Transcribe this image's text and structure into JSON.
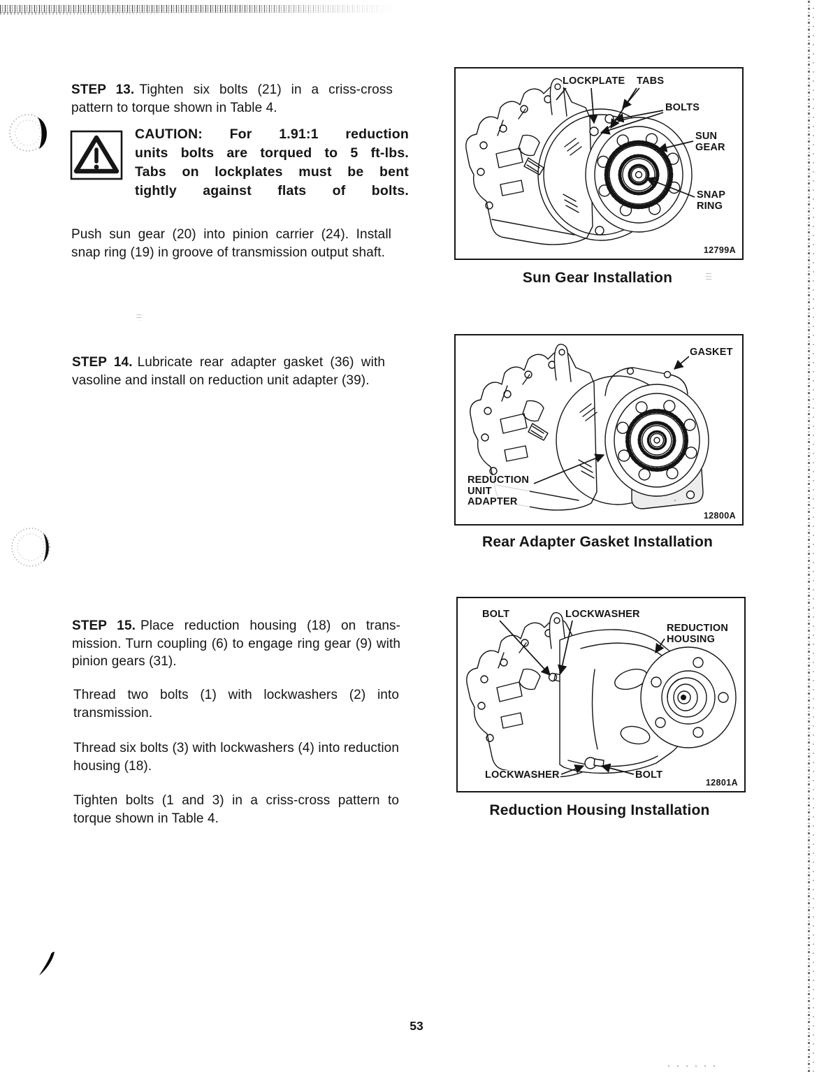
{
  "page": {
    "number": "53"
  },
  "content": {
    "step13": {
      "label": "STEP 13.",
      "text": "Tighten six bolts (21) in a criss-cross pattern to torque shown in Table 4."
    },
    "caution": {
      "icon": "warning-triangle",
      "lines": [
        "CAUTION: For 1.91:1 reduction",
        "units bolts are torqued to 5 ft-lbs.",
        "Tabs on lockplates must be bent",
        "tightly against flats of bolts."
      ]
    },
    "push_paragraph": "Push sun gear (20) into pinion carrier (24). Install snap ring (19) in groove of transmission output shaft.",
    "step14": {
      "label": "STEP 14.",
      "text": "Lubricate rear adapter gasket (36) with vasoline and install on reduction unit adapter (39)."
    },
    "step15": {
      "label": "STEP 15.",
      "text": "Place reduction housing (18) on trans­mission. Turn coupling (6) to engage ring gear (9) with pinion gears (31)."
    },
    "thread_two_paragraph": "Thread two bolts (1) with lockwashers (2) into transmission.",
    "thread_six_paragraph": "Thread six bolts (3) with lockwashers (4) into re­duction housing (18).",
    "tighten_paragraph": "Tighten bolts (1 and 3) in a criss-cross pattern to torque shown in Table 4."
  },
  "figures": [
    {
      "number": "12799A",
      "caption": "Sun Gear Installation",
      "labels": {
        "lockplate": "LOCKPLATE",
        "tabs": "TABS",
        "bolts": "BOLTS",
        "sun_gear": "SUN\nGEAR",
        "snap_ring": "SNAP\nRING"
      }
    },
    {
      "number": "12800A",
      "caption": "Rear Adapter Gasket Installation",
      "labels": {
        "gasket": "GASKET",
        "reduction_unit_adapter": "REDUCTION\nUNIT\nADAPTER"
      }
    },
    {
      "number": "12801A",
      "caption": "Reduction Housing Installation",
      "labels": {
        "bolt_top": "BOLT",
        "lockwasher_top": "LOCKWASHER",
        "reduction_housing": "REDUCTION\nHOUSING",
        "lockwasher_bottom": "LOCKWASHER",
        "bolt_bottom": "BOLT"
      }
    }
  ]
}
